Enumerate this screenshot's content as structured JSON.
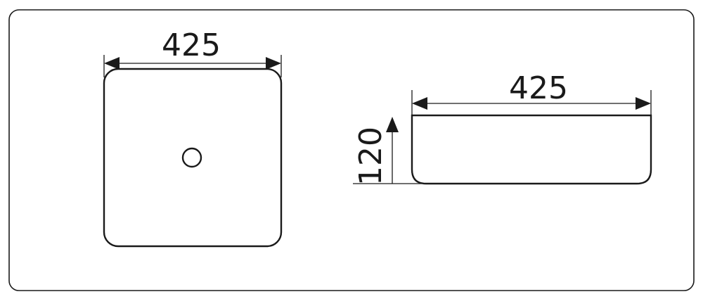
{
  "top_view": {
    "width_dimension": "425"
  },
  "side_view": {
    "width_dimension": "425",
    "height_dimension": "120"
  },
  "colors": {
    "line": "#1a1a1a",
    "background": "#ffffff"
  }
}
